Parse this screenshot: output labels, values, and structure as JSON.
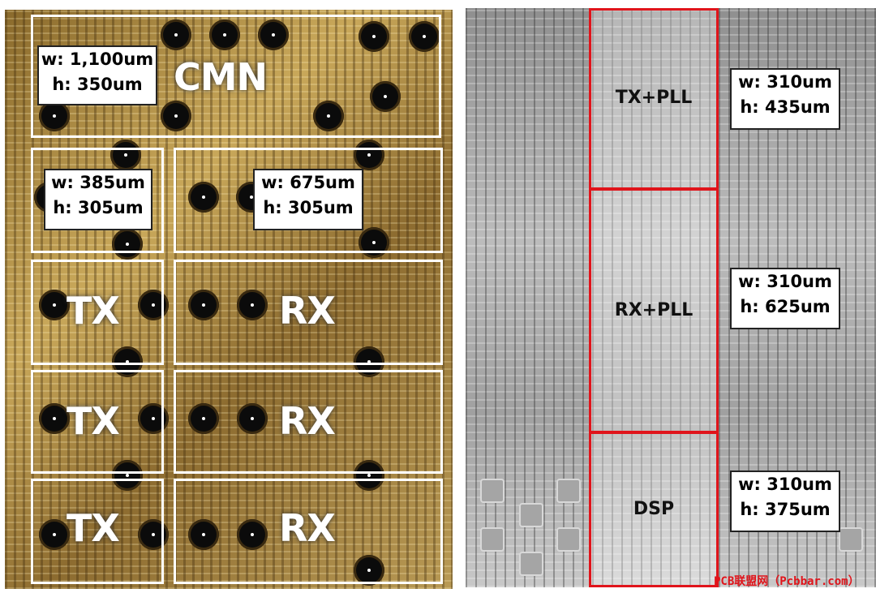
{
  "left": {
    "labels": {
      "cmn": {
        "w": "w: 1,100um",
        "h": "h: 350um"
      },
      "tx": {
        "w": "w: 385um",
        "h": "h: 305um"
      },
      "rx": {
        "w": "w: 675um",
        "h": "h: 305um"
      }
    },
    "blocks": {
      "cmn": "CMN",
      "tx1": "TX",
      "tx2": "TX",
      "tx3": "TX",
      "rx1": "RX",
      "rx2": "RX",
      "rx3": "RX"
    }
  },
  "right": {
    "regions": {
      "txpll": "TX+PLL",
      "rxpll": "RX+PLL",
      "dsp": "DSP"
    },
    "labels": {
      "txpll": {
        "w": "w: 310um",
        "h": "h: 435um"
      },
      "rxpll": {
        "w": "w: 310um",
        "h": "h: 625um"
      },
      "dsp": {
        "w": "w: 310um",
        "h": "h: 375um"
      }
    }
  },
  "watermark": "PCB联盟网（Pcbbar.com）",
  "colors": {
    "highlight": "#e0141b",
    "outline": "#ffffff"
  }
}
